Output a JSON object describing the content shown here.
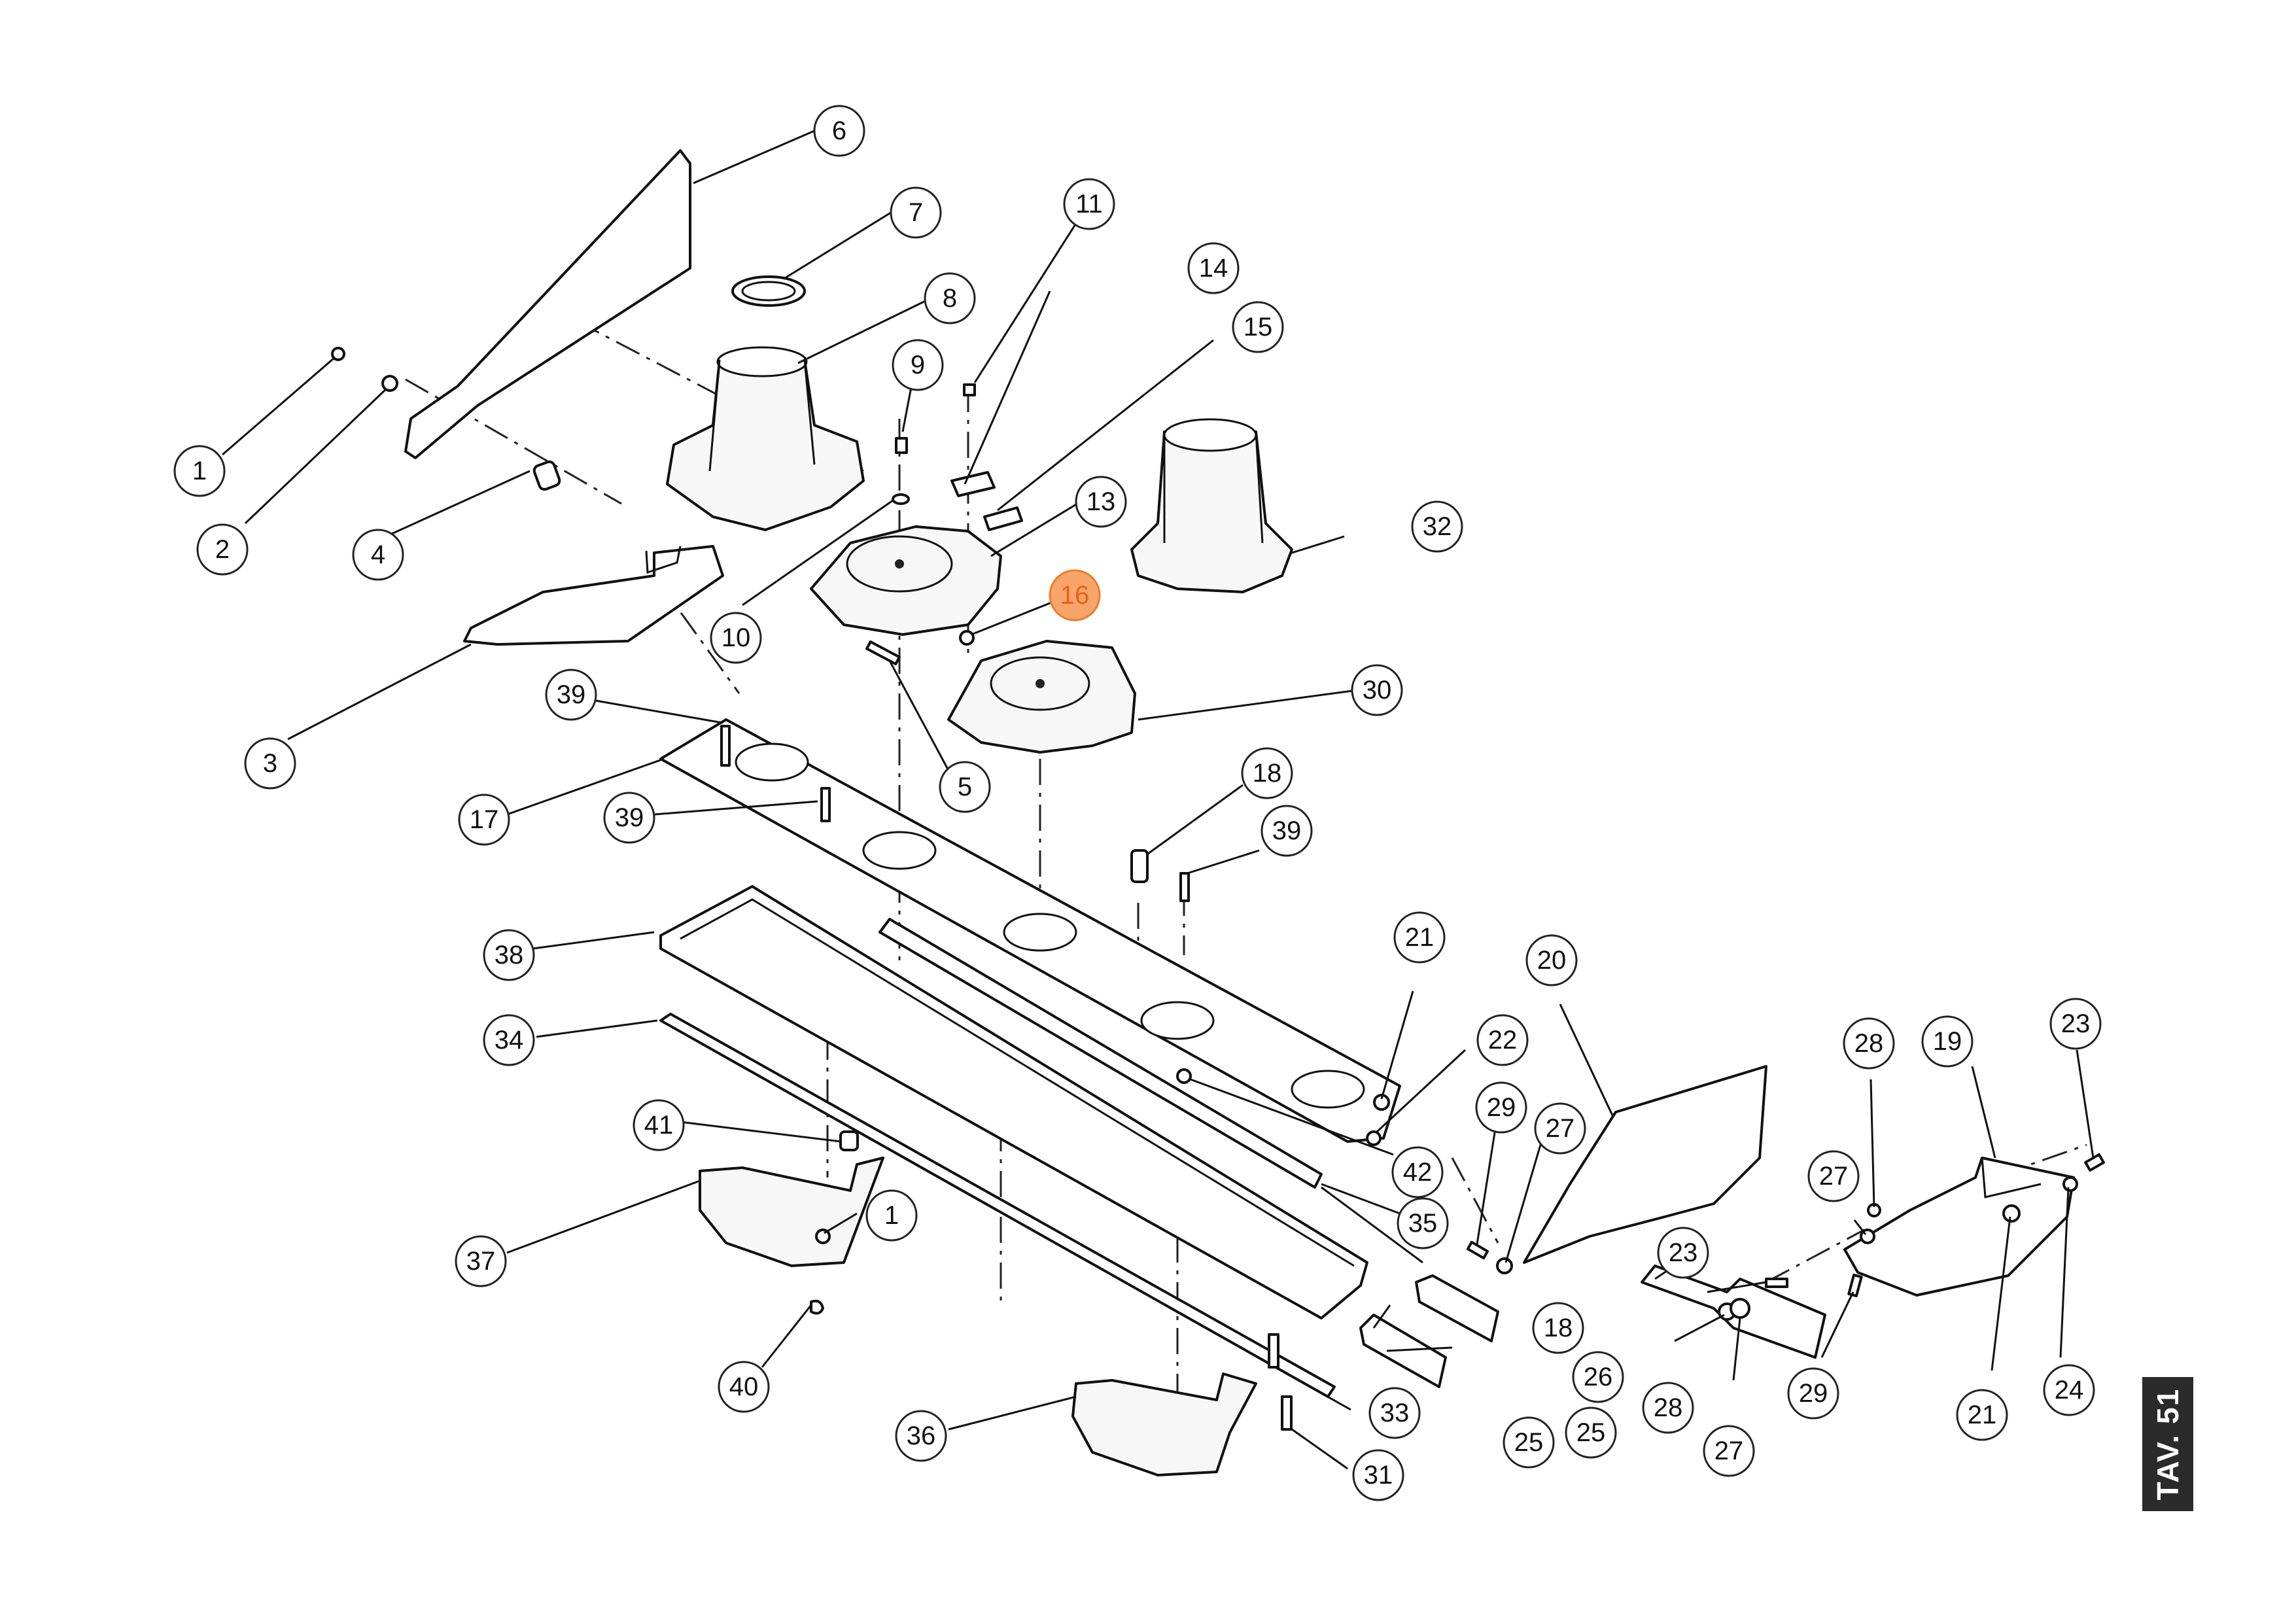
{
  "sheet_label": "TAV. 51",
  "highlight_color": "#f07a2a",
  "callouts": [
    {
      "id": "c1a",
      "label": "1"
    },
    {
      "id": "c2",
      "label": "2"
    },
    {
      "id": "c3",
      "label": "3"
    },
    {
      "id": "c4",
      "label": "4"
    },
    {
      "id": "c5",
      "label": "5"
    },
    {
      "id": "c6",
      "label": "6"
    },
    {
      "id": "c7",
      "label": "7"
    },
    {
      "id": "c8",
      "label": "8"
    },
    {
      "id": "c9",
      "label": "9"
    },
    {
      "id": "c10",
      "label": "10"
    },
    {
      "id": "c11",
      "label": "11"
    },
    {
      "id": "c13",
      "label": "13"
    },
    {
      "id": "c14",
      "label": "14"
    },
    {
      "id": "c15",
      "label": "15"
    },
    {
      "id": "c16",
      "label": "16",
      "highlighted": true
    },
    {
      "id": "c17",
      "label": "17"
    },
    {
      "id": "c18a",
      "label": "18"
    },
    {
      "id": "c18b",
      "label": "18"
    },
    {
      "id": "c19",
      "label": "19"
    },
    {
      "id": "c20",
      "label": "20"
    },
    {
      "id": "c21a",
      "label": "21"
    },
    {
      "id": "c21b",
      "label": "21"
    },
    {
      "id": "c22",
      "label": "22"
    },
    {
      "id": "c23a",
      "label": "23"
    },
    {
      "id": "c23b",
      "label": "23"
    },
    {
      "id": "c24",
      "label": "24"
    },
    {
      "id": "c25a",
      "label": "25"
    },
    {
      "id": "c25b",
      "label": "25"
    },
    {
      "id": "c26",
      "label": "26"
    },
    {
      "id": "c27a",
      "label": "27"
    },
    {
      "id": "c27b",
      "label": "27"
    },
    {
      "id": "c27c",
      "label": "27"
    },
    {
      "id": "c28a",
      "label": "28"
    },
    {
      "id": "c28b",
      "label": "28"
    },
    {
      "id": "c29a",
      "label": "29"
    },
    {
      "id": "c29b",
      "label": "29"
    },
    {
      "id": "c30",
      "label": "30"
    },
    {
      "id": "c31",
      "label": "31"
    },
    {
      "id": "c32",
      "label": "32"
    },
    {
      "id": "c33",
      "label": "33"
    },
    {
      "id": "c34",
      "label": "34"
    },
    {
      "id": "c35",
      "label": "35"
    },
    {
      "id": "c36",
      "label": "36"
    },
    {
      "id": "c37",
      "label": "37"
    },
    {
      "id": "c38",
      "label": "38"
    },
    {
      "id": "c39a",
      "label": "39"
    },
    {
      "id": "c39b",
      "label": "39"
    },
    {
      "id": "c39c",
      "label": "39"
    },
    {
      "id": "c40",
      "label": "40"
    },
    {
      "id": "c41",
      "label": "41"
    },
    {
      "id": "c42",
      "label": "42"
    },
    {
      "id": "c1b",
      "label": "1"
    }
  ]
}
